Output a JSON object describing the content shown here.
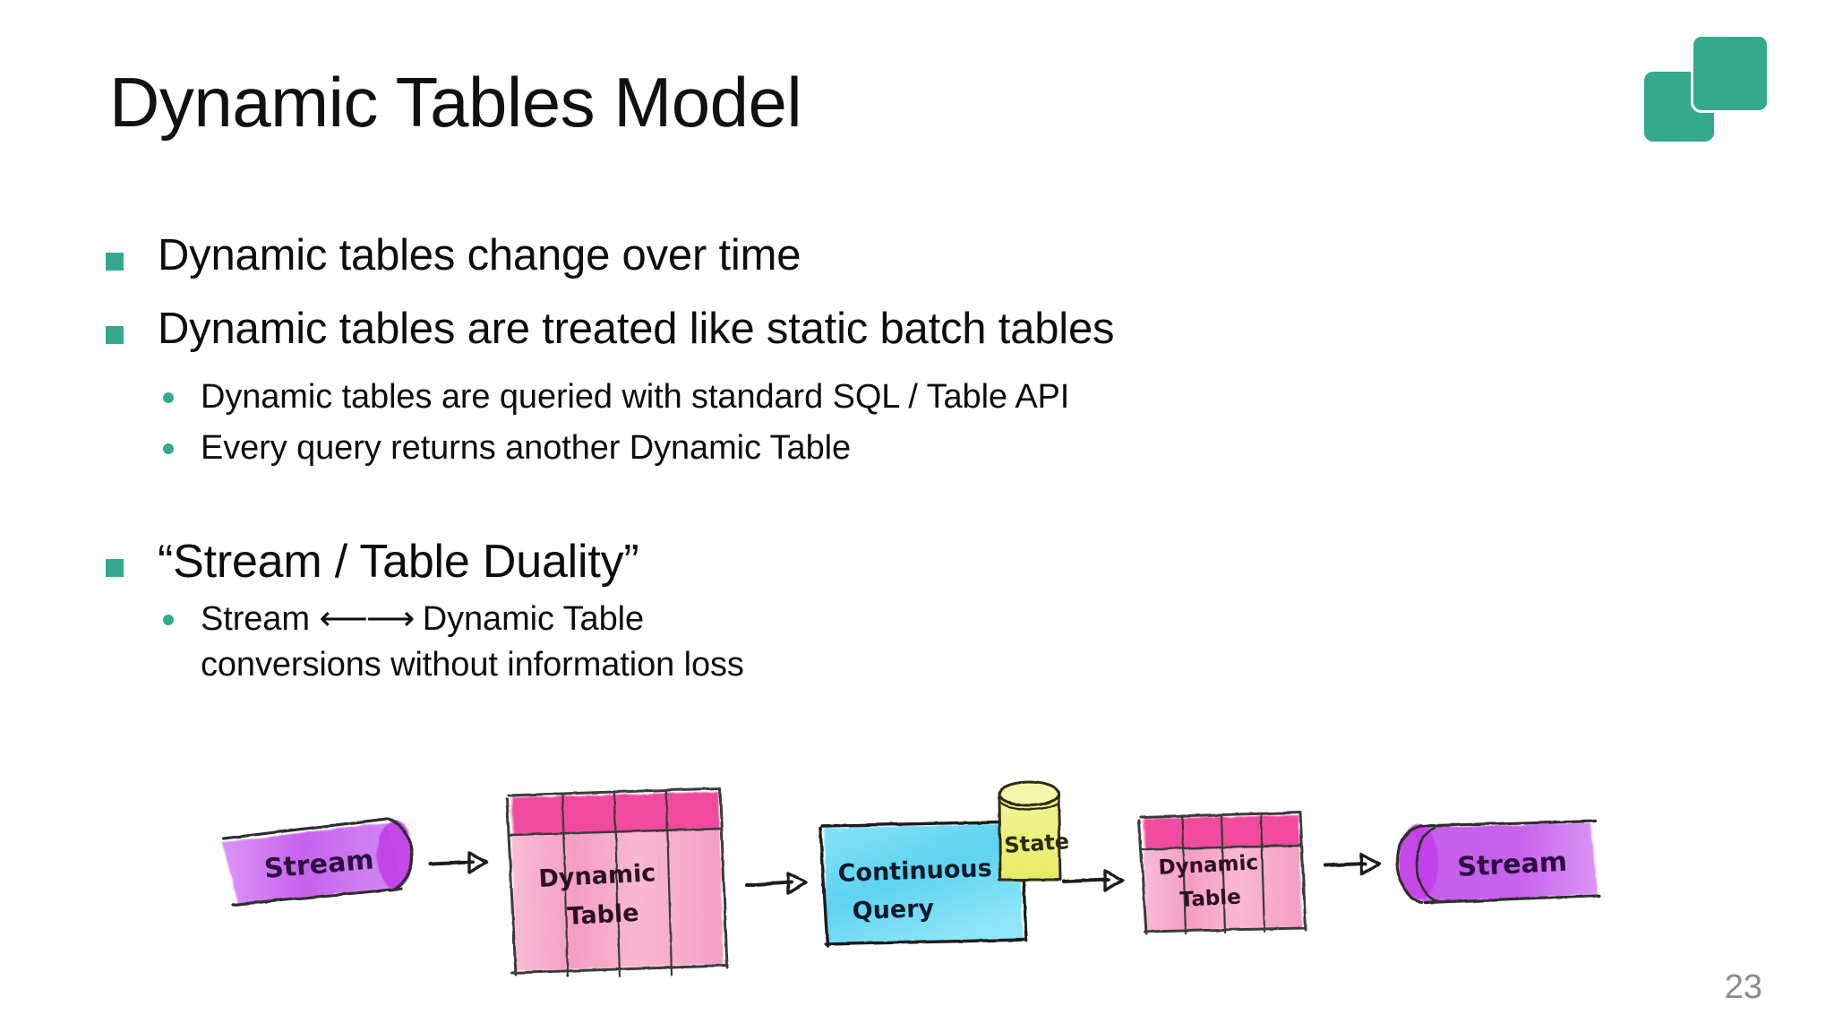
{
  "slide": {
    "title": "Dynamic Tables Model",
    "page_number": "23",
    "brand_color": "#35a98c",
    "page_number_color": "#8c8c8c"
  },
  "logo": {
    "name": "ververica-squares-logo",
    "color": "#35a98c"
  },
  "bullets": [
    {
      "level": 1,
      "text": "Dynamic tables change over time"
    },
    {
      "level": 1,
      "text": "Dynamic tables are treated like static batch tables"
    },
    {
      "level": 2,
      "text": "Dynamic tables are queried with standard SQL / Table API"
    },
    {
      "level": 2,
      "text": "Every query returns another Dynamic Table"
    },
    {
      "level": 1,
      "text": "“Stream / Table Duality”"
    },
    {
      "level": 2,
      "text_line1_pre": "Stream ",
      "text_arrow": "⟵⟶",
      "text_line1_post": " Dynamic Table",
      "text_line2": "conversions without information loss"
    }
  ],
  "diagram": {
    "title": "stream-table-duality-pipeline",
    "nodes": [
      {
        "id": "stream-in",
        "label": "Stream",
        "shape": "cylinder-right",
        "fill": "#c050e8",
        "fill_light": "#d77df0",
        "stroke": "#3a3a3a"
      },
      {
        "id": "dynamic-table-1",
        "label_line1": "Dynamic",
        "label_line2": "Table",
        "shape": "table",
        "header_fill": "#f0409a",
        "body_fill": "#f7aecb",
        "stroke": "#3a3a3a"
      },
      {
        "id": "continuous-query",
        "label_line1": "Continuous",
        "label_line2": "Query",
        "shape": "box",
        "fill": "#6fd9f2",
        "stroke": "#1a1a1a"
      },
      {
        "id": "state",
        "label": "State",
        "shape": "cylinder-up",
        "fill": "#eff07e",
        "stroke": "#3a3a00"
      },
      {
        "id": "dynamic-table-2",
        "label_line1": "Dynamic",
        "label_line2": "Table",
        "shape": "table",
        "header_fill": "#f0409a",
        "body_fill": "#f7aecb",
        "stroke": "#3a3a3a"
      },
      {
        "id": "stream-out",
        "label": "Stream",
        "shape": "cylinder-left",
        "fill": "#c050e8",
        "fill_light": "#d77df0",
        "stroke": "#3a3a3a"
      }
    ],
    "arrows": [
      {
        "from": "stream-in",
        "to": "dynamic-table-1"
      },
      {
        "from": "dynamic-table-1",
        "to": "continuous-query"
      },
      {
        "from": "continuous-query",
        "to": "dynamic-table-2"
      },
      {
        "from": "dynamic-table-2",
        "to": "stream-out"
      }
    ]
  }
}
